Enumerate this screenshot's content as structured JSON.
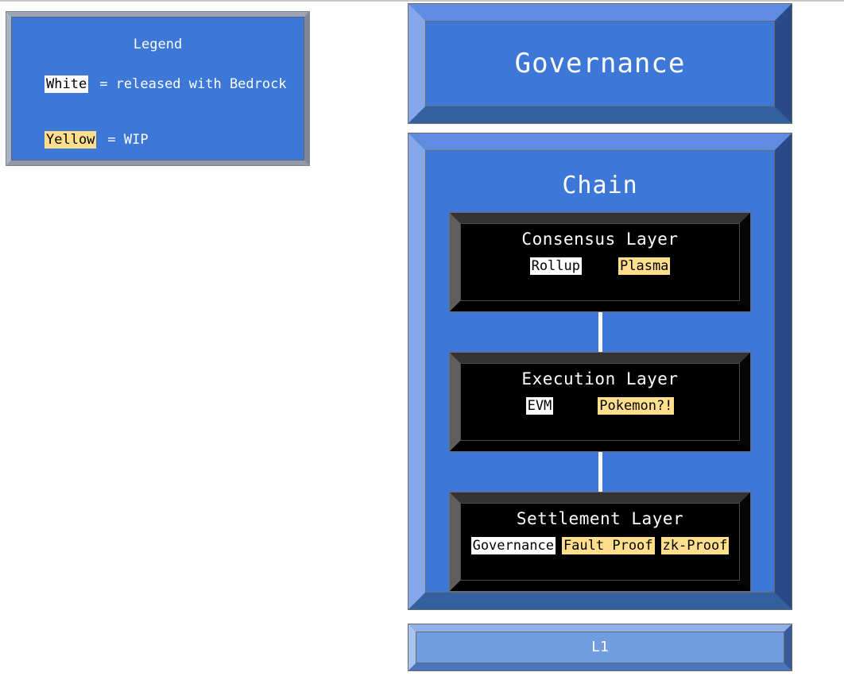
{
  "page": {
    "background": "#ffffff",
    "colors": {
      "blue": "#3d78d8",
      "blue_light": "#709ce0",
      "chip_white": "#ffffff",
      "chip_yellow": "#ffdf8c",
      "black": "#000000",
      "text_white": "#ffffff",
      "text_black": "#000000"
    }
  },
  "legend": {
    "title": "Legend",
    "rows": [
      {
        "chip": "White",
        "style": "white",
        "equals": "= released with Bedrock"
      },
      {
        "chip": "Yellow",
        "style": "yellow",
        "equals": "= WIP"
      }
    ]
  },
  "governance": {
    "title": "Governance"
  },
  "chain": {
    "title": "Chain",
    "layers": [
      {
        "title": "Consensus Layer",
        "chips": [
          {
            "label": "Rollup",
            "style": "white"
          },
          {
            "label": "Plasma",
            "style": "yellow"
          }
        ]
      },
      {
        "title": "Execution Layer",
        "chips": [
          {
            "label": "EVM",
            "style": "white"
          },
          {
            "label": "Pokemon?!",
            "style": "yellow"
          }
        ]
      },
      {
        "title": "Settlement Layer",
        "chips": [
          {
            "label": "Governance",
            "style": "white"
          },
          {
            "label": "Fault Proof",
            "style": "yellow"
          },
          {
            "label": "zk-Proof",
            "style": "yellow"
          }
        ]
      }
    ]
  },
  "l1": {
    "title": "L1"
  }
}
